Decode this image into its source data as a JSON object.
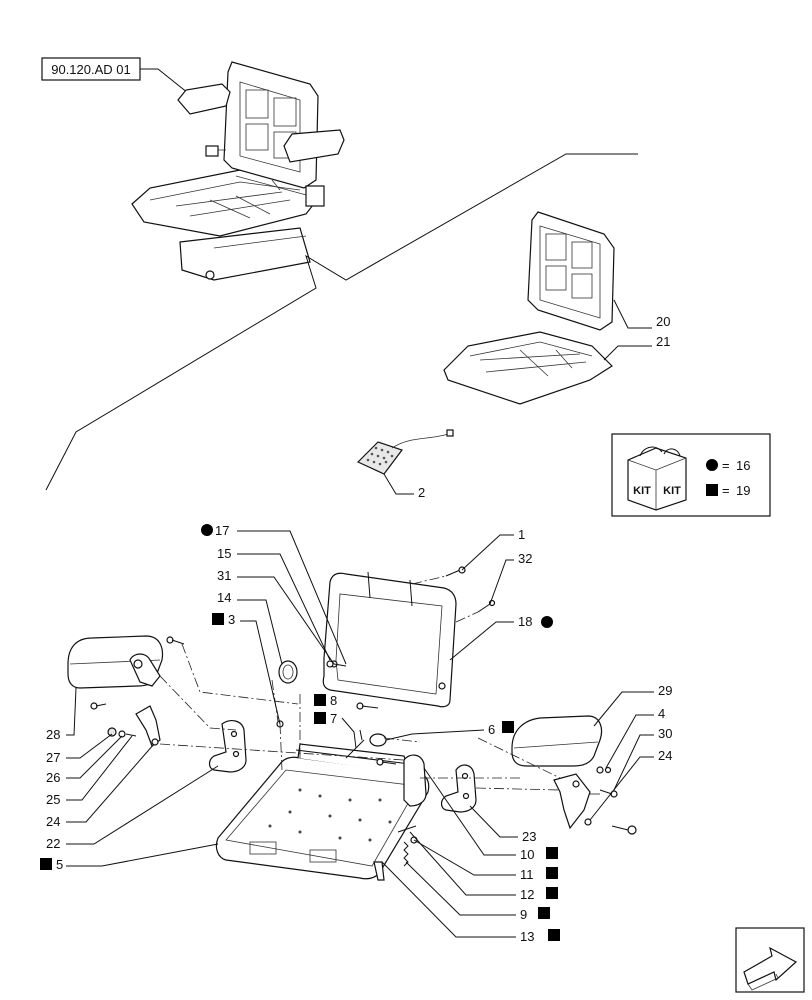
{
  "reference": "90.120.AD 01",
  "kit_legend": {
    "kit_text_1": "KIT",
    "kit_text_2": "KIT",
    "circle_ref": "16",
    "square_ref": "19",
    "eq": "="
  },
  "callouts": {
    "c1": "1",
    "c2": "2",
    "c3": "3",
    "c4": "4",
    "c5": "5",
    "c6": "6",
    "c7": "7",
    "c8": "8",
    "c9": "9",
    "c10": "10",
    "c11": "11",
    "c12": "12",
    "c13": "13",
    "c14": "14",
    "c15": "15",
    "c17": "17",
    "c18": "18",
    "c20": "20",
    "c21": "21",
    "c22": "22",
    "c23": "23",
    "c24a": "24",
    "c24b": "24",
    "c25": "25",
    "c26": "26",
    "c27": "27",
    "c28": "28",
    "c29": "29",
    "c30": "30",
    "c31": "31",
    "c32": "32"
  },
  "icons": [
    "kit-box-icon",
    "circle-marker-icon",
    "square-marker-icon",
    "next-page-arrow-icon"
  ]
}
